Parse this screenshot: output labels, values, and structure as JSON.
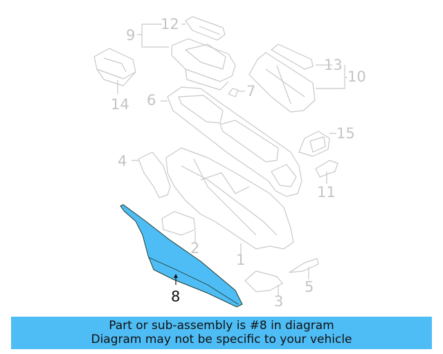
{
  "diagram": {
    "highlight_color": "#4fbdf5",
    "line_color": "#c8c8c8",
    "highlighted_part": "8",
    "callouts": [
      {
        "id": "1",
        "label": "1"
      },
      {
        "id": "2",
        "label": "2"
      },
      {
        "id": "3",
        "label": "3"
      },
      {
        "id": "4",
        "label": "4"
      },
      {
        "id": "5",
        "label": "5"
      },
      {
        "id": "6",
        "label": "6"
      },
      {
        "id": "7",
        "label": "7"
      },
      {
        "id": "8",
        "label": "8"
      },
      {
        "id": "9",
        "label": "9"
      },
      {
        "id": "10",
        "label": "10"
      },
      {
        "id": "11",
        "label": "11"
      },
      {
        "id": "12",
        "label": "12"
      },
      {
        "id": "13",
        "label": "13"
      },
      {
        "id": "14",
        "label": "14"
      },
      {
        "id": "15",
        "label": "15"
      }
    ]
  },
  "banner": {
    "line1": "Part or sub-assembly is #8 in diagram",
    "line2": "Diagram may not be specific to your vehicle",
    "background": "#4fbdf5"
  }
}
